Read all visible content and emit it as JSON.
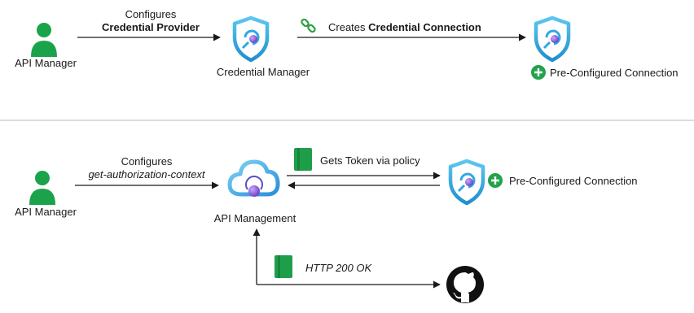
{
  "top": {
    "actor_label": "API Manager",
    "configures_line1": "Configures",
    "configures_line2": "Credential Provider",
    "credential_manager_label": "Credential Manager",
    "creates_prefix": "Creates ",
    "creates_bold": "Credential Connection",
    "preconfigured_label": "Pre-Configured Connection"
  },
  "bottom": {
    "actor_label": "API Manager",
    "configures_line1": "Configures",
    "configures_line2": "get-authorization-context",
    "apim_label": "API Management",
    "gets_token_label": "Gets Token via policy",
    "preconfigured_label": "Pre-Configured Connection",
    "http_label": "HTTP 200 OK"
  },
  "colors": {
    "person_green": "#1aa34a",
    "plus_green": "#22a24a",
    "doc_green": "#1f9e4a",
    "shield_blue": "#2fa8e0",
    "shield_light": "#5dc6f0",
    "cloud_purple": "#8b5fd0",
    "divider": "#c8c8c8",
    "arrow": "#1a1a1a",
    "github": "#111111"
  },
  "icons": [
    "person-icon",
    "shield-key-icon",
    "link-icon",
    "plus-icon",
    "cloud-icon",
    "document-icon",
    "github-icon"
  ]
}
